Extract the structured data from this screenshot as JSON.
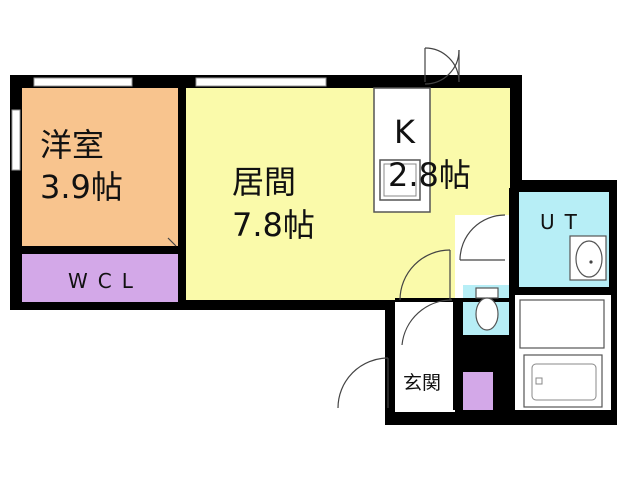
{
  "rooms": {
    "western": {
      "line1": "洋室",
      "line2": "3.9帖"
    },
    "living": {
      "line1": "居間",
      "line2": "7.8帖"
    },
    "kitchen": {
      "line1": "K",
      "line2": "2.8帖"
    },
    "closet": {
      "label": "WCL"
    },
    "utility": {
      "label": "UT"
    },
    "entrance": {
      "label": "玄関"
    }
  },
  "colors": {
    "western": "#F8C48E",
    "living": "#FAFAAA",
    "closet": "#D3A8E8",
    "utility": "#B7EEF6",
    "wall": "#000000",
    "floor": "#FFFFFF"
  }
}
